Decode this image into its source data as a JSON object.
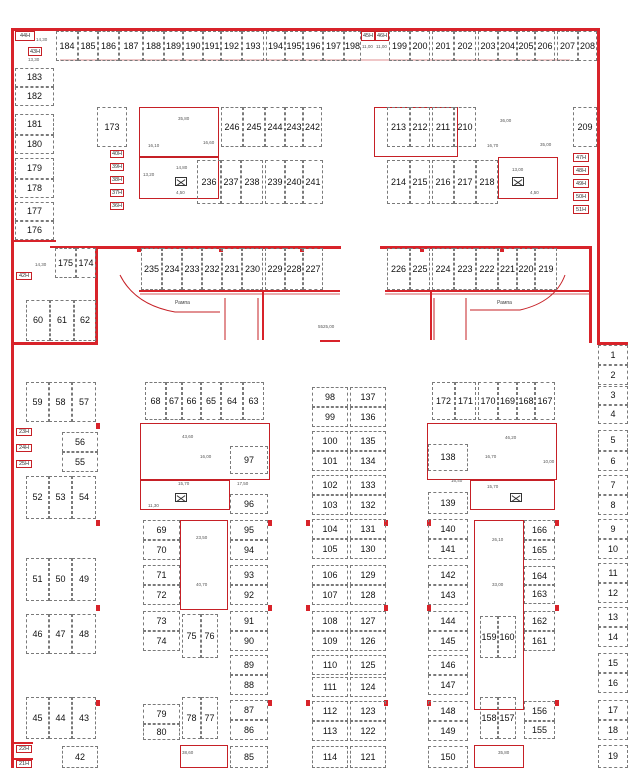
{
  "top_row": [
    "184",
    "185",
    "186",
    "187",
    "188",
    "189",
    "190",
    "191",
    "192",
    "193",
    "194",
    "195",
    "196",
    "197",
    "198",
    "199",
    "200",
    "201",
    "202",
    "203",
    "204",
    "205",
    "206",
    "207",
    "208"
  ],
  "left_col": [
    "183",
    "182",
    "181",
    "180",
    "179",
    "178",
    "177",
    "176"
  ],
  "mid_left_top": [
    "246",
    "245",
    "244",
    "243",
    "242"
  ],
  "mid_left_mid": [
    "236",
    "237",
    "238",
    "239",
    "240",
    "241"
  ],
  "mid_left_bot": [
    "235",
    "234",
    "233",
    "232",
    "231",
    "230",
    "229",
    "228",
    "227"
  ],
  "mid_right_top": [
    "213",
    "212",
    "211",
    "210"
  ],
  "mid_right_mid": [
    "214",
    "215",
    "216",
    "217",
    "218"
  ],
  "mid_right_bot": [
    "226",
    "225",
    "224",
    "223",
    "222",
    "221",
    "220",
    "219"
  ],
  "misc_upper": {
    "s173": "173",
    "s209": "209",
    "s175": "175",
    "s174": "174",
    "s60": "60",
    "s61": "61",
    "s62": "62"
  },
  "right_col": [
    "1",
    "2",
    "3",
    "4",
    "5",
    "6",
    "7",
    "8",
    "9",
    "10",
    "11",
    "12",
    "13",
    "14",
    "15",
    "16",
    "17",
    "18",
    "19"
  ],
  "lower_left_top": [
    "59",
    "58",
    "57"
  ],
  "lower_left": {
    "s56": "56",
    "s55": "55",
    "s52": "52",
    "s53": "53",
    "s54": "54",
    "s51": "51",
    "s50": "50",
    "s49": "49",
    "s46": "46",
    "s47": "47",
    "s48": "48",
    "s45": "45",
    "s44": "44",
    "s43": "43",
    "s42": "42"
  },
  "block_a_top": [
    "68",
    "67",
    "66",
    "65",
    "64",
    "63"
  ],
  "block_a": {
    "s97": "97",
    "s96": "96",
    "s95": "95",
    "s94": "94",
    "s93": "93",
    "s92": "92",
    "s91": "91",
    "s90": "90",
    "s89": "89",
    "s88": "88",
    "s87": "87",
    "s86": "86",
    "s85": "85",
    "s69": "69",
    "s70": "70",
    "s71": "71",
    "s72": "72",
    "s73": "73",
    "s74": "74",
    "s75": "75",
    "s76": "76",
    "s79": "79",
    "s80": "80",
    "s78": "78",
    "s77": "77"
  },
  "center_left": [
    "98",
    "99",
    "100",
    "101",
    "102",
    "103",
    "104",
    "105",
    "106",
    "107",
    "108",
    "109",
    "110",
    "111",
    "112",
    "113",
    "114"
  ],
  "center_right": [
    "137",
    "136",
    "135",
    "134",
    "133",
    "132",
    "131",
    "130",
    "129",
    "128",
    "127",
    "126",
    "125",
    "124",
    "123",
    "122",
    "121"
  ],
  "block_b_top": [
    "172",
    "171",
    "170",
    "169",
    "168",
    "167"
  ],
  "block_b": {
    "s138": "138",
    "s139": "139",
    "s140": "140",
    "s141": "141",
    "s142": "142",
    "s143": "143",
    "s144": "144",
    "s145": "145",
    "s146": "146",
    "s147": "147",
    "s148": "148",
    "s149": "149",
    "s150": "150",
    "s166": "166",
    "s165": "165",
    "s164": "164",
    "s163": "163",
    "s162": "162",
    "s161": "161",
    "s159": "159",
    "s160": "160",
    "s158": "158",
    "s157": "157",
    "s156": "156",
    "s155": "155"
  },
  "small_boxes": {
    "b44": "44H",
    "b43": "43H",
    "b42": "42H",
    "b45": "45H",
    "b46": "46H",
    "b47": "47H",
    "b48": "48H",
    "b49": "49H",
    "b50": "50H",
    "b51": "51H",
    "b40": "40H",
    "b39": "39H",
    "b38": "38H",
    "b37": "37H",
    "b36": "36H",
    "b23": "23H",
    "b24": "24H",
    "b25": "25H",
    "b22": "22H",
    "b21": "21H"
  },
  "dims": {
    "d1": "14,30",
    "d2": "13,30",
    "d3": "11,00",
    "d4": "11,00",
    "d5": "35,80",
    "d6": "16,10",
    "d7": "16,60",
    "d8": "13,20",
    "d9": "14,80",
    "d10": "4,50",
    "d11": "36,00",
    "d12": "16,70",
    "d13": "35,00",
    "d14": "13,00",
    "d15": "4,50",
    "d16": "5525,00",
    "d17": "43,60",
    "d18": "16,00",
    "d19": "15,70",
    "d20": "17,50",
    "d21": "11,30",
    "d22": "23,50",
    "d23": "40,70",
    "d24": "46,20",
    "d25": "16,70",
    "d26": "10,00",
    "d27": "16,40",
    "d28": "15,70",
    "d29": "26,10",
    "d30": "33,00",
    "d31": "38,60",
    "d32": "35,80"
  },
  "labels": {
    "ramp_left": "Рампа",
    "ramp_right": "Рампа"
  },
  "colors": {
    "wall": "#d8232a",
    "spot_border": "#7a7a7a"
  }
}
